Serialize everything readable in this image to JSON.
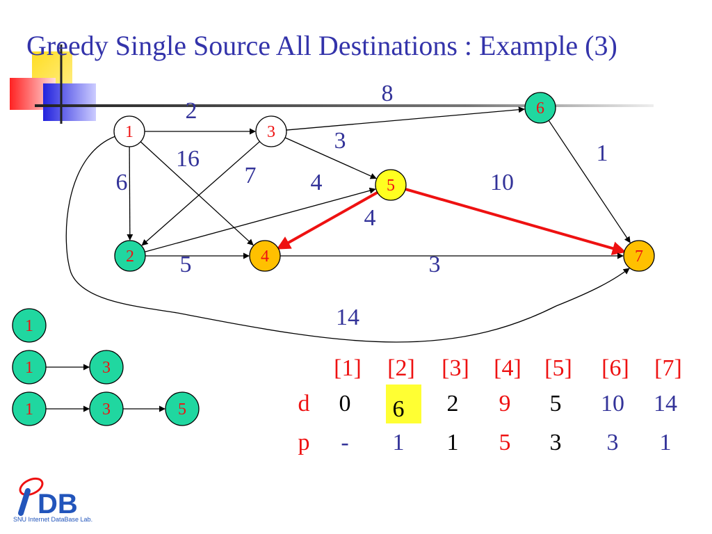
{
  "title": "Greedy Single Source All Destinations : Example (3)",
  "colors": {
    "title": "#3333aa",
    "node_fill_green": "#20d7a0",
    "node_fill_yellow": "#ffff20",
    "node_fill_orange": "#ffc000",
    "edge_highlight": "#ee1111",
    "label_blue": "#333399",
    "label_red": "#ee1111",
    "highlight_box": "#ffff33"
  },
  "graph": {
    "nodes": [
      {
        "id": "1",
        "label": "1",
        "fill": "white"
      },
      {
        "id": "3",
        "label": "3",
        "fill": "white"
      },
      {
        "id": "6",
        "label": "6",
        "fill": "green"
      },
      {
        "id": "5",
        "label": "5",
        "fill": "yellow"
      },
      {
        "id": "2",
        "label": "2",
        "fill": "green"
      },
      {
        "id": "4",
        "label": "4",
        "fill": "orange"
      },
      {
        "id": "7",
        "label": "7",
        "fill": "orange"
      }
    ],
    "edges": [
      {
        "from": "1",
        "to": "3",
        "weight": "2"
      },
      {
        "from": "3",
        "to": "6",
        "weight": "8"
      },
      {
        "from": "3",
        "to": "5",
        "weight": "3"
      },
      {
        "from": "6",
        "to": "7",
        "weight": "1"
      },
      {
        "from": "1",
        "to": "4",
        "weight": "16"
      },
      {
        "from": "1",
        "to": "2",
        "weight": "6"
      },
      {
        "from": "3",
        "to": "2",
        "weight": "7"
      },
      {
        "from": "2",
        "to": "5",
        "weight": "4"
      },
      {
        "from": "5",
        "to": "7",
        "weight": "10",
        "highlight": true
      },
      {
        "from": "5",
        "to": "4",
        "weight": "4",
        "highlight": true
      },
      {
        "from": "2",
        "to": "4",
        "weight": "5"
      },
      {
        "from": "4",
        "to": "7",
        "weight": "3"
      },
      {
        "from": "1",
        "to": "7",
        "weight": "14"
      }
    ]
  },
  "paths": [
    [
      "1"
    ],
    [
      "1",
      "3"
    ],
    [
      "1",
      "3",
      "5"
    ]
  ],
  "table": {
    "headers": [
      "[1]",
      "[2]",
      "[3]",
      "[4]",
      "[5]",
      "[6]",
      "[7]"
    ],
    "d_label": "d",
    "p_label": "p",
    "d_values": [
      "0",
      "6",
      "2",
      "9",
      "5",
      "10",
      "14"
    ],
    "p_values": [
      "-",
      "1",
      "1",
      "5",
      "3",
      "3",
      "1"
    ]
  },
  "logo": {
    "mark": "DB",
    "caption": "SNU Internet DataBase Lab."
  }
}
